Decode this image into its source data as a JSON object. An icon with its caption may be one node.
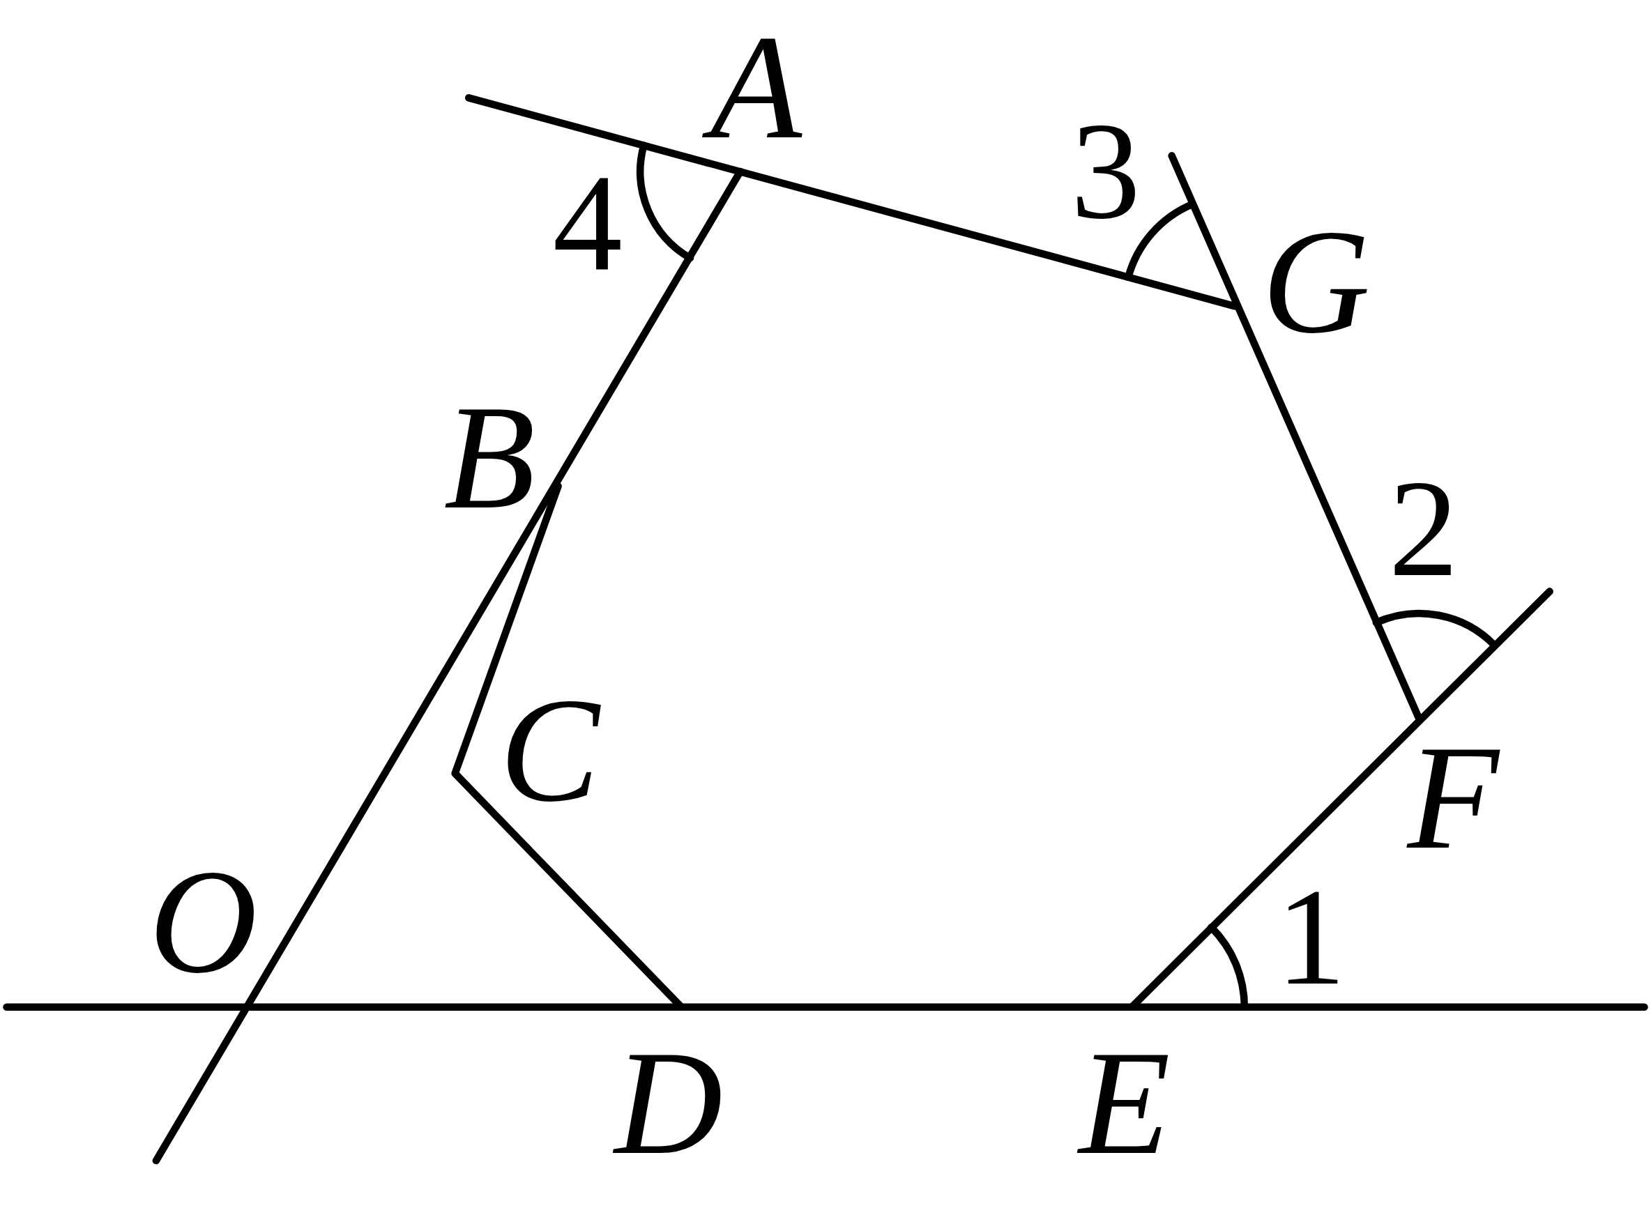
{
  "diagram": {
    "labels": [
      "A",
      "4",
      "3",
      "G",
      "B",
      "2",
      "C",
      "F",
      "1",
      "O",
      "D",
      "E"
    ]
  }
}
